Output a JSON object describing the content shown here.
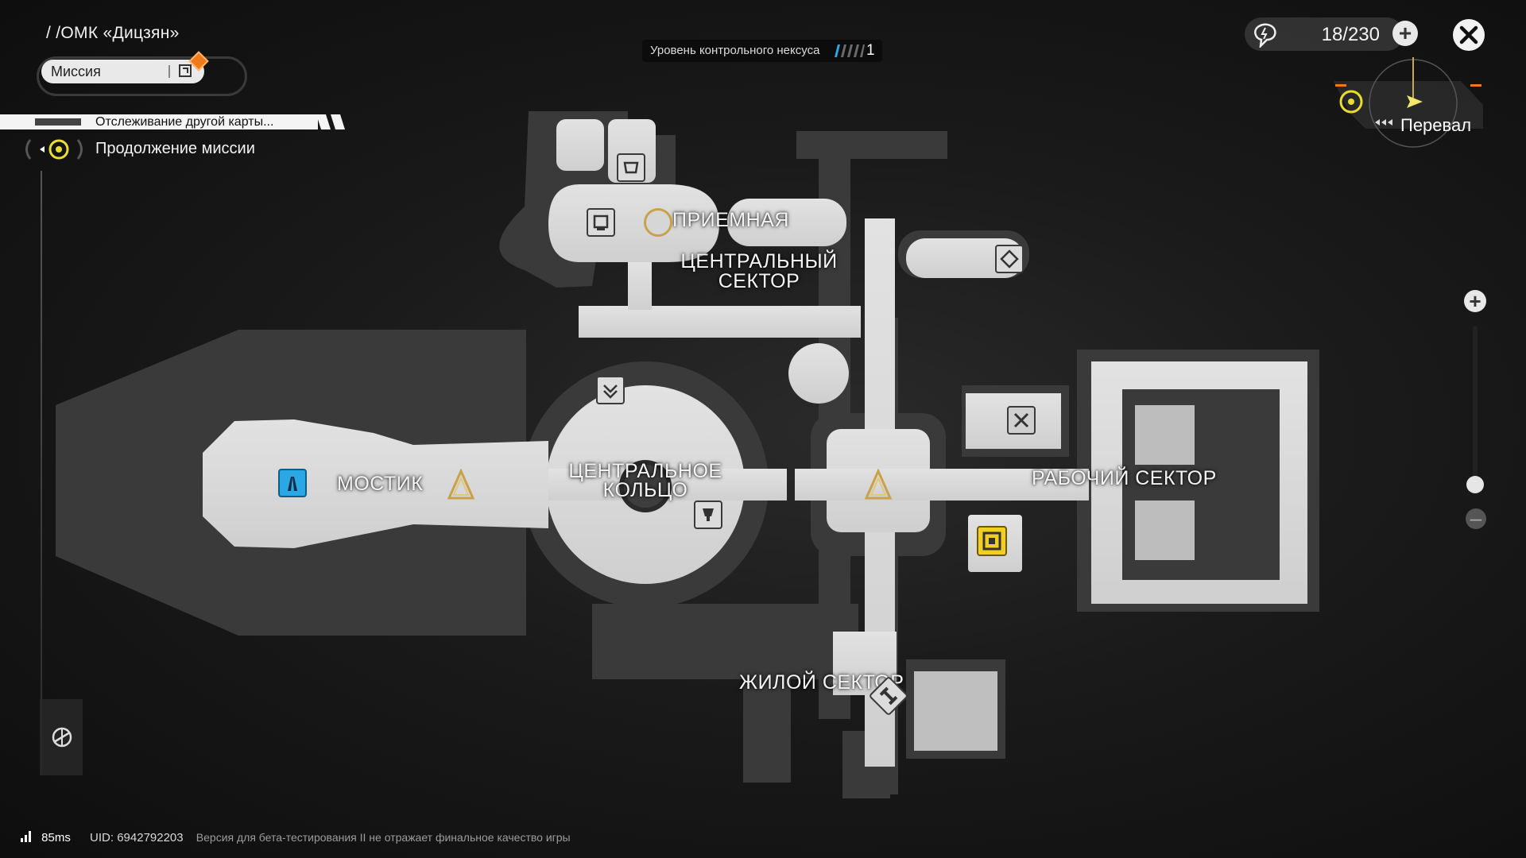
{
  "hud": {
    "location_title": "/ /ОМК «Дицзян»",
    "mission_label": "Миссия",
    "tracking_text": "Отслеживание другой карты...",
    "continue_text": "Продолжение миссии",
    "nexus_label": "Уровень контрольного нексуса",
    "nexus_level": "1",
    "stamina": "18/230",
    "stamina_add": "+",
    "minimap_label": "Перевал",
    "zoom_in": "+",
    "zoom_out": "–"
  },
  "footer": {
    "ping": "85ms",
    "uid": "UID: 6942792203",
    "version_note": "Версия для бета-тестирования II не отражает финальное качество игры"
  },
  "map": {
    "labels": {
      "reception": "ПРИЕМНАЯ",
      "central_sector_1": "ЦЕНТРАЛЬНЫЙ",
      "central_sector_2": "СЕКТОР",
      "bridge": "МОСТИК",
      "central_ring_1": "ЦЕНТРАЛЬНОЕ",
      "central_ring_2": "КОЛЬЦО",
      "work_sector": "РАБОЧИЙ СЕКТОР",
      "living_sector": "ЖИЛОЙ СЕКТОР"
    }
  },
  "colors": {
    "map_floor": "#d8d8d8",
    "map_shadow": "#3b3b3b",
    "teleport_blue": "#2aa8e6",
    "gold_marker": "#c8a24a",
    "puzzle_yellow": "#f0cf1e",
    "mission_orange": "#f07a1a"
  }
}
